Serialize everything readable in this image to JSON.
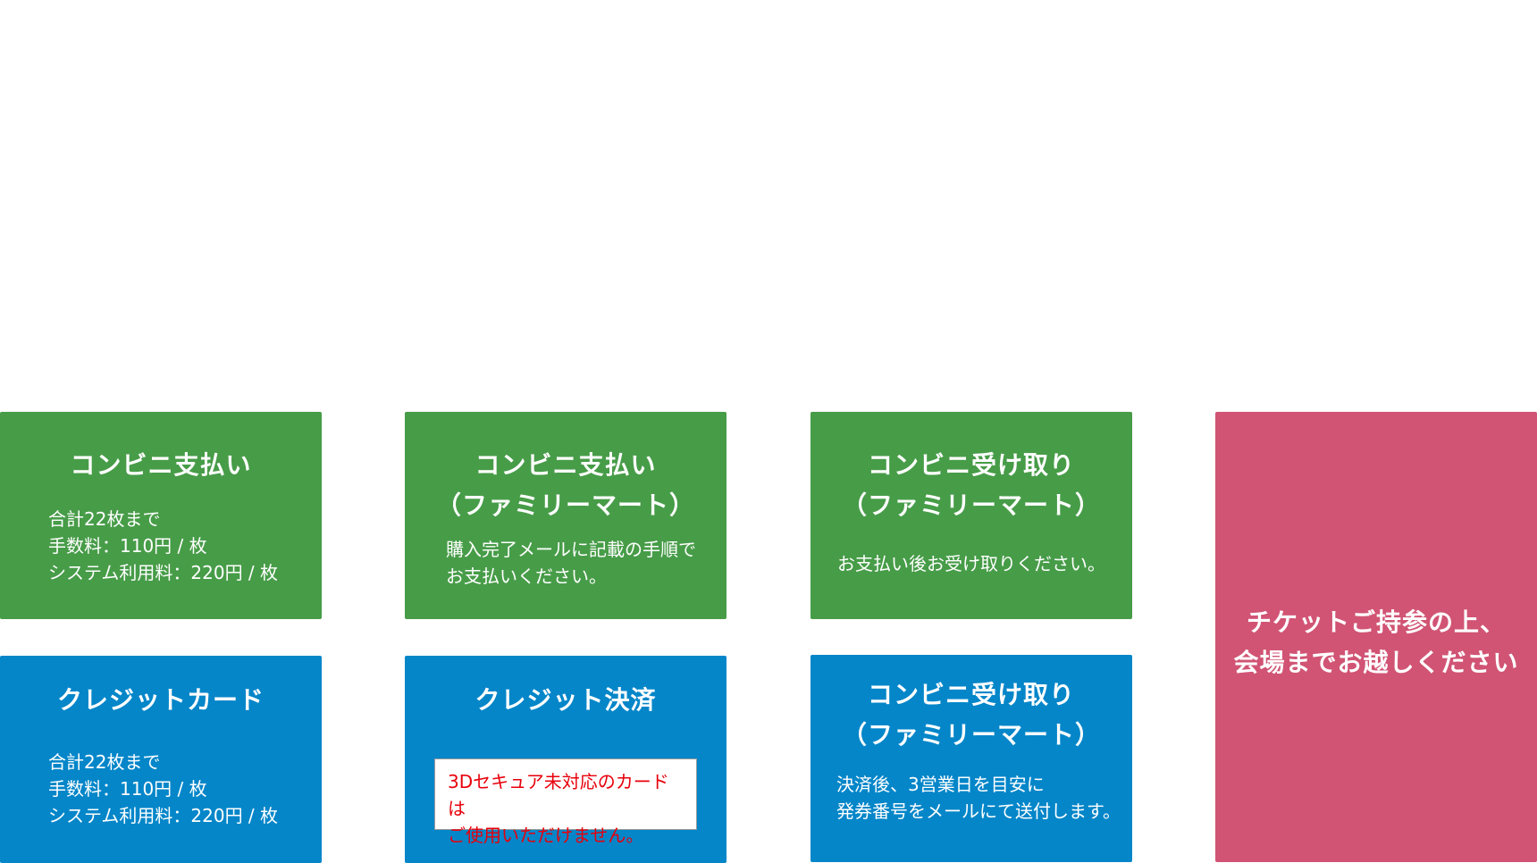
{
  "row1": {
    "card1": {
      "title": "コンビニ支払い",
      "details": "合計22枚まで\n手数料：110円 / 枚\nシステム利用料：220円 / 枚"
    },
    "card2": {
      "title_line1": "コンビニ支払い",
      "title_line2": "（ファミリーマート）",
      "details": "購入完了メールに記載の手順で\nお支払いください。"
    },
    "card3": {
      "title_line1": "コンビニ受け取り",
      "title_line2": "（ファミリーマート）",
      "details": "お支払い後お受け取りください。"
    }
  },
  "row2": {
    "card4": {
      "title": "クレジットカード",
      "details": "合計22枚まで\n手数料：110円 / 枚\nシステム利用料：220円 / 枚"
    },
    "card5": {
      "title": "クレジット決済",
      "note": "3Dセキュア未対応のカードは\nご使用いただけません。"
    },
    "card6": {
      "title_line1": "コンビニ受け取り",
      "title_line2": "（ファミリーマート）",
      "details": "決済後、3営業日を目安に\n発券番号をメールにて送付します。"
    }
  },
  "final": {
    "line1": "チケットご持参の上、",
    "line2": "会場までお越しください"
  },
  "colors": {
    "green": "#479c48",
    "blue": "#0486c9",
    "pink": "#d15474",
    "note_text": "#e8000b"
  }
}
